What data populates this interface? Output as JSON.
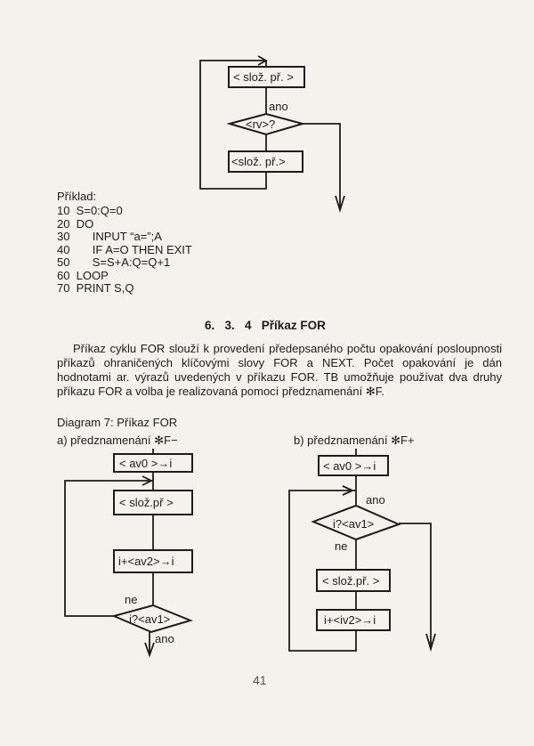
{
  "top_diagram": {
    "box1": "< slož. př. >",
    "yes": "ano",
    "cond": "<rv>?",
    "box2": "<slož. př.>"
  },
  "example": {
    "title": "Příklad:",
    "lines": [
      "10  S=0:Q=0",
      "20  DO",
      "30       INPUT “a=”;A",
      "40       IF A=O THEN EXIT",
      "50       S=S+A:Q=Q+1",
      "60  LOOP",
      "70  PRINT S,Q"
    ]
  },
  "section": {
    "number": "6.   3.   4",
    "title": "Příkaz FOR"
  },
  "paragraph": "Příkaz cyklu FOR slouží k provedení předepsaného počtu opakování posloupnosti příkazů ohraničených klíčovými slovy FOR a NEXT. Počet opakování je dán hodnotami ar. výrazů uvedených v příkazu FOR. TB umožňuje používat dva druhy příkazu FOR a volba je realizovaná pomocí předznamenání ✻F.",
  "diagram_caption": "Diagram 7: Příkaz FOR",
  "diagram_a": {
    "label": "a) předznamenání ✻F−",
    "box_init": "<  av0 >→i",
    "box_body": "<  slož.př >",
    "box_inc": "i+<av2>→i",
    "no": "ne",
    "cond": "i?<av1>",
    "yes": "ano"
  },
  "diagram_b": {
    "label": "b) předznamenání ✻F+",
    "box_init": "<  av0 >→i",
    "yes": "ano",
    "cond": "i?<av1>",
    "no": "ne",
    "box_body": "< slož.př. >",
    "box_inc": "i+<iv2>→i"
  },
  "page_number": "41"
}
